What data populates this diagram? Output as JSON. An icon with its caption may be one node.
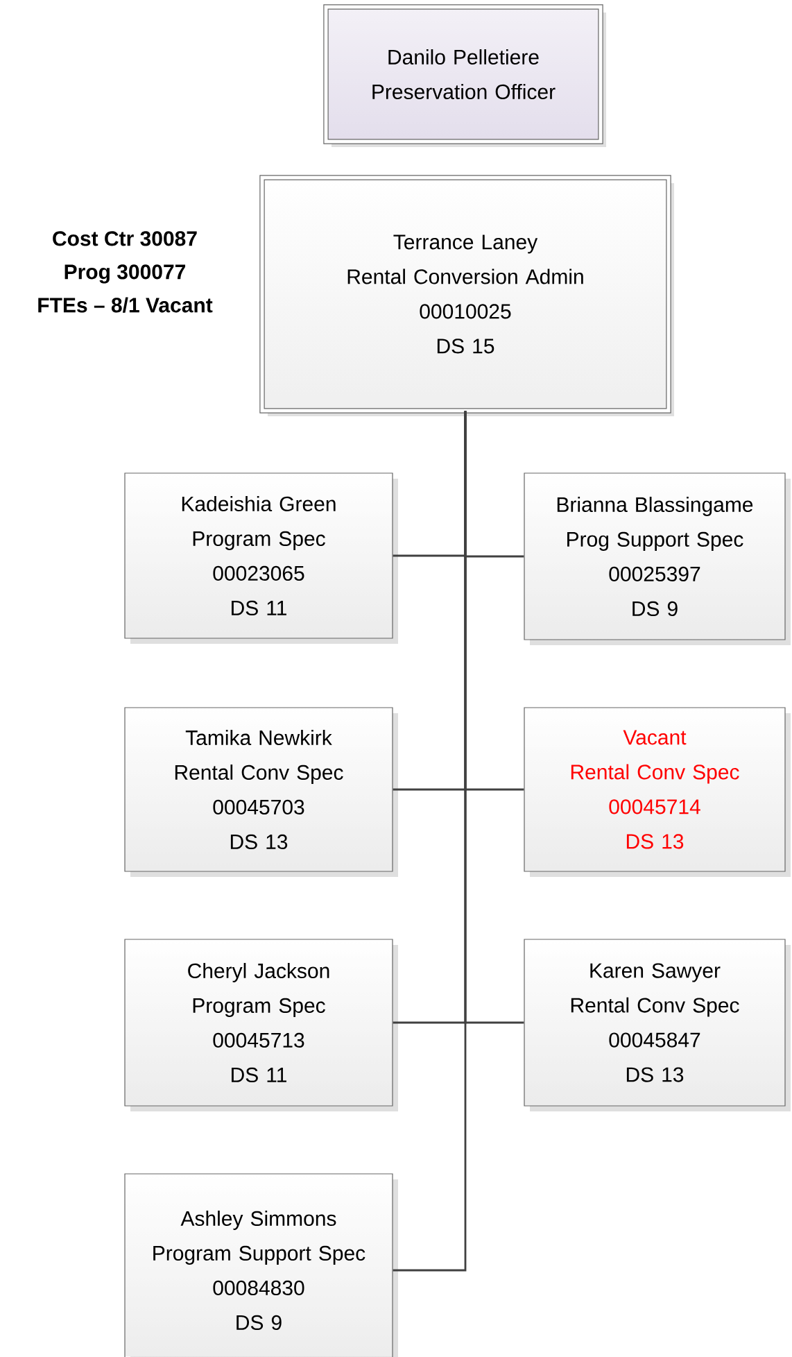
{
  "diagram": {
    "nodes": [
      {
        "text": [
          "Danilo Pelletiere",
          "Preservation Officer"
        ]
      },
      {
        "text": [
          "Terrance Laney",
          "Rental Conversion Admin",
          "00010025",
          "DS 15"
        ]
      },
      {
        "text": [
          "Kadeishia Green",
          "Program Spec",
          "00023065",
          "DS 11"
        ]
      },
      {
        "text": [
          "Brianna Blassingame",
          "Prog Support Spec",
          "00025397",
          "DS 9"
        ]
      },
      {
        "text": [
          "Tamika Newkirk",
          "Rental Conv Spec",
          "00045703",
          "DS 13"
        ]
      },
      {
        "text": [
          "Vacant",
          "Rental Conv Spec",
          "00045714",
          "DS 13"
        ]
      },
      {
        "text": [
          "Cheryl Jackson",
          "Program Spec",
          "00045713",
          "DS 11"
        ]
      },
      {
        "text": [
          "Karen Sawyer",
          "Rental Conv Spec",
          "00045847",
          "DS 13"
        ]
      },
      {
        "text": [
          "Ashley Simmons",
          "Program Support Spec",
          "00084830",
          "DS 9"
        ]
      }
    ],
    "edges": [
      {
        "from": 1,
        "to": 2,
        "arrow": "none"
      },
      {
        "from": 1,
        "to": 3,
        "arrow": "none"
      },
      {
        "from": 1,
        "to": 4,
        "arrow": "none"
      },
      {
        "from": 1,
        "to": 5,
        "arrow": "none"
      },
      {
        "from": 1,
        "to": 6,
        "arrow": "none"
      },
      {
        "from": 1,
        "to": 7,
        "arrow": "none"
      },
      {
        "from": 1,
        "to": 8,
        "arrow": "none"
      }
    ],
    "labels": [
      "Cost Ctr 30087",
      "Prog 300077",
      "FTEs – 8/1 Vacant"
    ]
  }
}
